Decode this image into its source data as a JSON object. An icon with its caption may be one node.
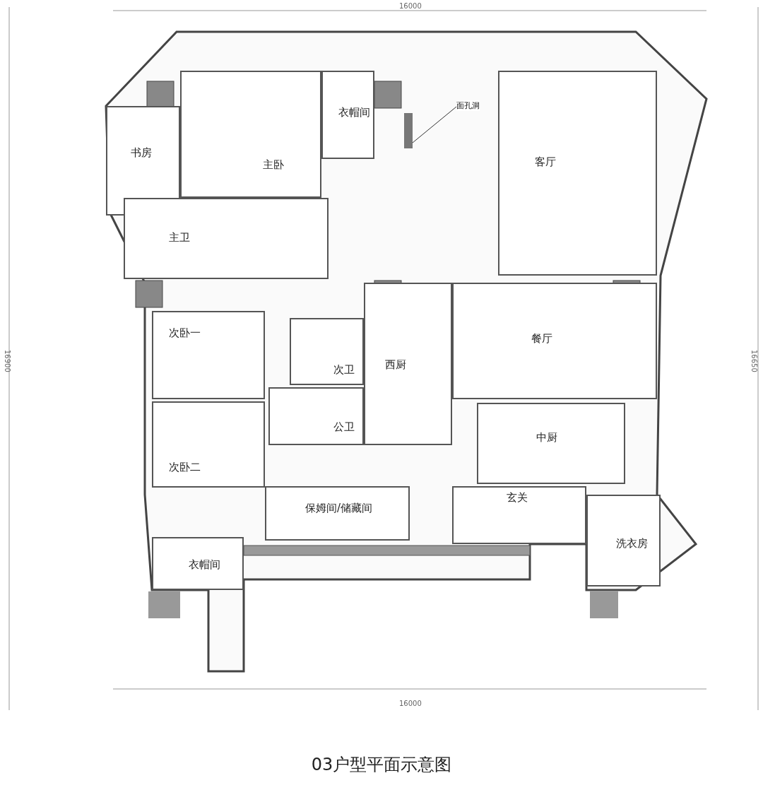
{
  "diagram": {
    "caption": "03户型平面示意图",
    "nodes": [
      {
        "text": [
          "衣帽间"
        ]
      },
      {
        "text": [
          "面孔洞"
        ]
      },
      {
        "text": [],
        "shape": "box"
      },
      {
        "text": [
          "客厅"
        ]
      },
      {
        "text": [
          "书房"
        ]
      },
      {
        "text": [
          "主卧"
        ]
      },
      {
        "text": [
          "主卫"
        ]
      },
      {
        "text": [
          "次卧一"
        ]
      },
      {
        "text": [
          "餐厅"
        ]
      },
      {
        "text": [
          "西厨"
        ]
      },
      {
        "text": [
          "次卫"
        ]
      },
      {
        "text": [
          "公卫"
        ]
      },
      {
        "text": [
          "中厨"
        ]
      },
      {
        "text": [
          "次卧二"
        ]
      },
      {
        "text": [
          "保姆间/储藏间"
        ]
      },
      {
        "text": [
          "玄关"
        ]
      },
      {
        "text": [
          "洗衣房"
        ]
      },
      {
        "text": [
          "衣帽间"
        ]
      }
    ],
    "edges": [
      {
        "from": 1,
        "to": 2,
        "arrow": "none"
      }
    ],
    "labels": [
      "16000",
      "16900",
      "16650",
      "16000"
    ]
  }
}
